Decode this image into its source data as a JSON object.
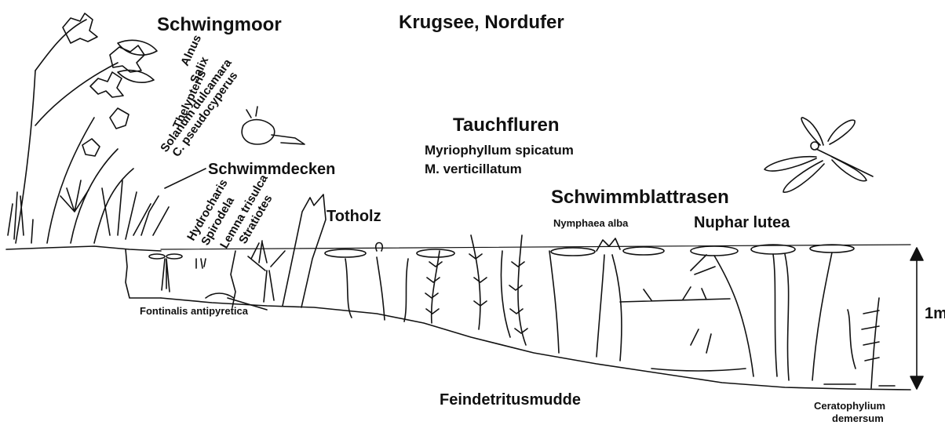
{
  "title": "Krugsee, Nordufer",
  "zones": {
    "schwingmoor": "Schwingmoor",
    "schwimmdecken": "Schwimmdecken",
    "totholz": "Totholz",
    "tauchfluren": "Tauchfluren",
    "schwimmblattrasen": "Schwimmblattrasen",
    "feindetritusmudde": "Feindetritusmudde"
  },
  "schwingmoor_species": [
    "Alnus",
    "Salix",
    "Thelypteris",
    "Solanum dulcamara",
    "C. pseudocyperus"
  ],
  "schwimmdecken_species": [
    "Hydrocharis",
    "Spirodela",
    "Lemna trisulca",
    "Stratiotes"
  ],
  "tauchfluren_species": [
    "Myriophyllum spicatum",
    "M. verticillatum"
  ],
  "schwimmblatt_species": {
    "nymphaea": "Nymphaea alba",
    "nuphar": "Nuphar lutea"
  },
  "bottom_species": {
    "fontinalis": "Fontinalis antipyretica",
    "ceratophyllum_line1": "Ceratophylium",
    "ceratophyllum_line2": "demersum"
  },
  "depth_scale": "1m"
}
